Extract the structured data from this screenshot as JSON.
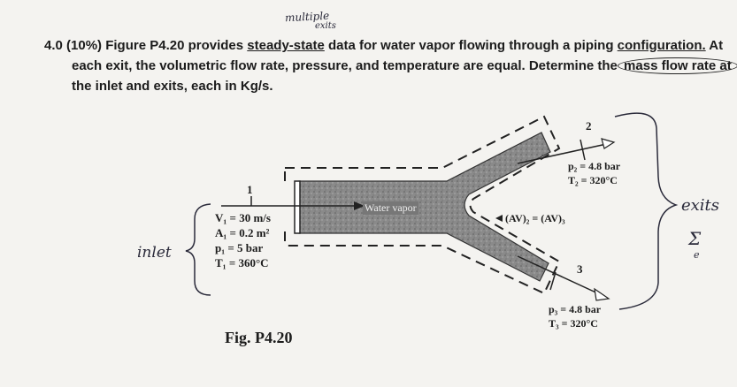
{
  "annotations": {
    "multiple": "multiple",
    "exits_small": "exits",
    "inlet": "inlet",
    "exits": "exits",
    "sum_symbol": "Σ",
    "sum_index": "e"
  },
  "problem": {
    "number": "4.0",
    "weight": "(10%)",
    "line1_a": "Figure P4.20 provides ",
    "line1_underlined": "steady-state",
    "line1_b": " data for water vapor flowing through a piping ",
    "line1_underlined2": "configuration.",
    "line1_c": " At",
    "line2_a": "each exit, the volumetric flow rate, pressure, and temperature are equal. Determine the ",
    "line2_circled": "mass flow rate at",
    "line3": "the inlet and exits, each in Kg/s."
  },
  "figure": {
    "label_1": "1",
    "label_2": "2",
    "label_3": "3",
    "pipe_label": "Water vapor",
    "inlet_v": "V₁ = 30 m/s",
    "inlet_a": "A₁ = 0.2 m²",
    "inlet_p": "p₁ = 5 bar",
    "inlet_t": "T₁ = 360°C",
    "exit2_p": "p₂ = 4.8 bar",
    "exit2_t": "T₂ = 320°C",
    "exit_relation": "(AV)₂ = (AV)₃",
    "exit3_p": "p₃ = 4.8 bar",
    "exit3_t": "T₃ = 320°C",
    "caption": "Fig. P4.20"
  }
}
